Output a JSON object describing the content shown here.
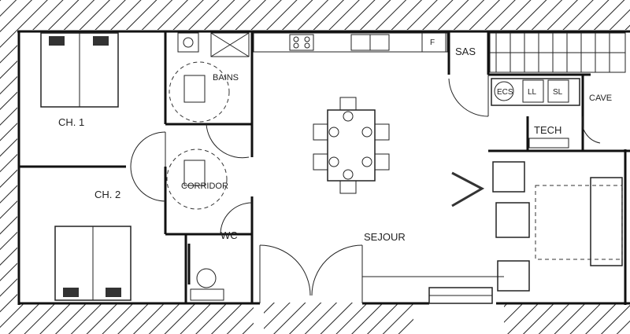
{
  "plan": {
    "rooms": {
      "ch1": "CH. 1",
      "ch2": "CH. 2",
      "bains": "BAINS",
      "corridor": "CORRIDOR",
      "wc": "WC",
      "sejour": "SEJOUR",
      "sas": "SAS",
      "tech": "TECH",
      "cave": "CAVE"
    },
    "equipment": {
      "ecs": "ECS",
      "ll": "LL",
      "sl": "SL",
      "fridge": "F"
    }
  }
}
